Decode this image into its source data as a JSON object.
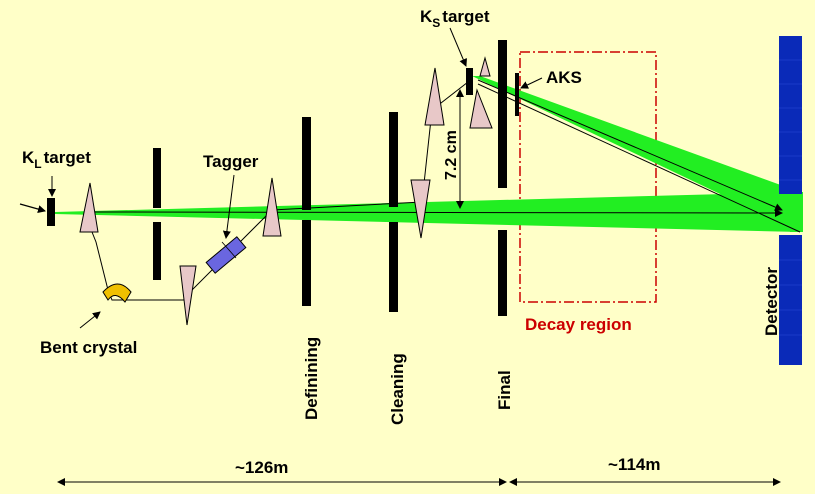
{
  "labels": {
    "kl_target": {
      "main": "K",
      "sub": "L",
      "rest": "target"
    },
    "ks_target": {
      "main": "K",
      "sub": "S",
      "rest": "target"
    },
    "aks": "AKS",
    "tagger": "Tagger",
    "bent_crystal": "Bent crystal",
    "distance_vertical": "7.2 cm",
    "defining": "Definining",
    "cleaning": "Cleaning",
    "final": "Final",
    "decay_region": "Decay region",
    "detector": "Detector",
    "dist_1": "~126m",
    "dist_2": "~114m"
  },
  "colors": {
    "background": "#ffffc8",
    "beam": "#22ee22",
    "magnet": "#e8c8c8",
    "collimator": "#000000",
    "detector": "#0a2ab8",
    "tagger": "#6a66e0",
    "crystal": "#f0c000",
    "decay_region": "#cc0000"
  }
}
